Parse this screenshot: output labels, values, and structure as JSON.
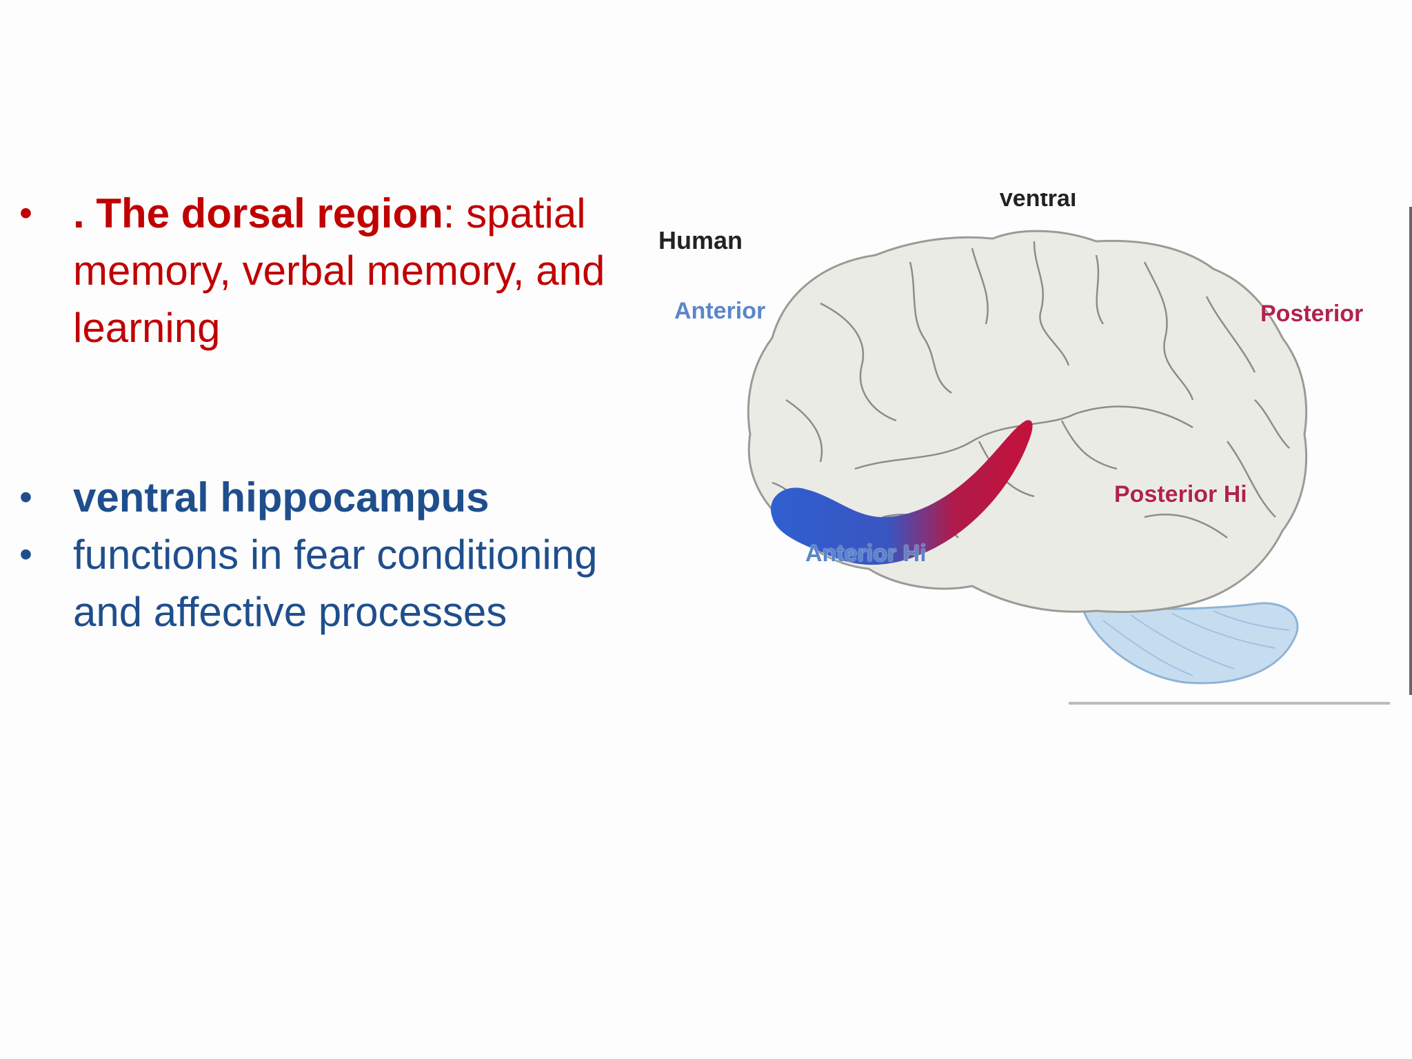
{
  "bullets_top": [
    {
      "bullet": "•",
      "bold_text": ". The dorsal region",
      "rest_text": ": spatial memory, verbal memory, and learning"
    }
  ],
  "bullets_bottom": [
    {
      "bullet": "•",
      "text": "ventral hippocampus"
    },
    {
      "bullet": "•",
      "text": " functions in fear conditioning and affective processes"
    }
  ],
  "figure": {
    "cut_off_label": "Ventral",
    "species_label": "Human",
    "anterior_label": "Anterior",
    "posterior_label": "Posterior",
    "posterior_hi_label": "Posterior Hi",
    "anterior_hi_label": "Anterior Hi"
  },
  "colors": {
    "dorsal_red": "#c00000",
    "ventral_blue": "#1f4e8c",
    "anterior_blue": "#5b86c8",
    "posterior_red": "#b0234c",
    "brain_fill": "#ebebe6",
    "cerebellum_fill": "#c6ddf0"
  }
}
